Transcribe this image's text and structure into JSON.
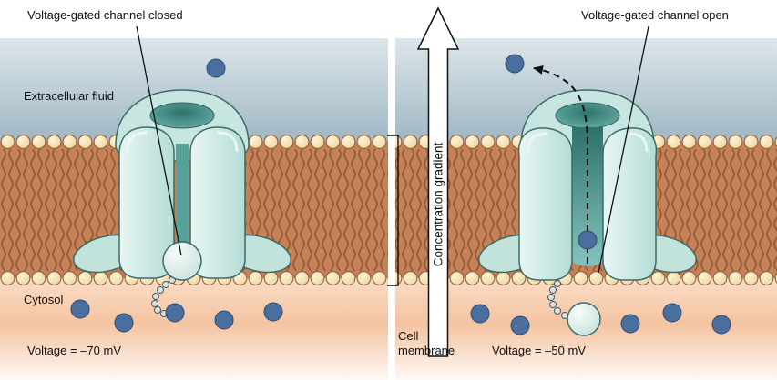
{
  "panels": {
    "left": {
      "caption": "Voltage-gated channel closed",
      "extracellular_label": "Extracellular fluid",
      "cytosol_label": "Cytosol",
      "voltage": "Voltage = –70 mV"
    },
    "right": {
      "caption": "Voltage-gated channel open",
      "voltage": "Voltage = –50 mV"
    }
  },
  "middle": {
    "concentration_gradient_label": "Concentration gradient",
    "cell_membrane_label": "Cell membrane"
  },
  "colors": {
    "extracellular_top": "#d9e3e8",
    "extracellular_bottom": "#9fb7c4",
    "membrane_tails_bg": "#c58157",
    "membrane_tail_line": "#8f5531",
    "lipid_head": "#f3dfae",
    "cytosol_peach": "#f4c3a0",
    "channel_protein": "#cfe9e5",
    "channel_outline": "#3d6b66",
    "pore_dark": "#2e726c",
    "ion": "#4a6f9e",
    "ion_outline": "#2e4a6e"
  }
}
